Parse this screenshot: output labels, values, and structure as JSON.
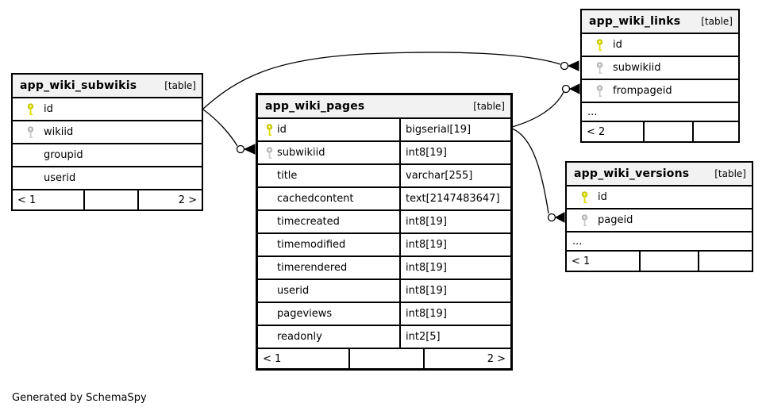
{
  "diagram": {
    "note": "Generated by SchemaSpy",
    "colors": {
      "primary_key": "#e0e000",
      "foreign_key": "#cccccc",
      "header_bg": "#f2f2f2",
      "border": "#000000",
      "background": "#ffffff"
    },
    "tables": [
      {
        "name": "app_wiki_subwikis",
        "badge": "[table]",
        "columns": [
          {
            "name": "id",
            "key": "primary"
          },
          {
            "name": "wikiid",
            "key": "foreign"
          },
          {
            "name": "groupid",
            "key": ""
          },
          {
            "name": "userid",
            "key": ""
          }
        ],
        "footer": {
          "left": "< 1",
          "center": "",
          "right": "2 >"
        }
      },
      {
        "name": "app_wiki_pages",
        "badge": "[table]",
        "columns": [
          {
            "name": "id",
            "type": "bigserial[19]",
            "key": "primary"
          },
          {
            "name": "subwikiid",
            "type": "int8[19]",
            "key": "foreign"
          },
          {
            "name": "title",
            "type": "varchar[255]",
            "key": ""
          },
          {
            "name": "cachedcontent",
            "type": "text[2147483647]",
            "key": ""
          },
          {
            "name": "timecreated",
            "type": "int8[19]",
            "key": ""
          },
          {
            "name": "timemodified",
            "type": "int8[19]",
            "key": ""
          },
          {
            "name": "timerendered",
            "type": "int8[19]",
            "key": ""
          },
          {
            "name": "userid",
            "type": "int8[19]",
            "key": ""
          },
          {
            "name": "pageviews",
            "type": "int8[19]",
            "key": ""
          },
          {
            "name": "readonly",
            "type": "int2[5]",
            "key": ""
          }
        ],
        "footer": {
          "left": "< 1",
          "center": "",
          "right": "2 >"
        }
      },
      {
        "name": "app_wiki_links",
        "badge": "[table]",
        "columns": [
          {
            "name": "id",
            "key": "primary"
          },
          {
            "name": "subwikiid",
            "key": "foreign"
          },
          {
            "name": "frompageid",
            "key": "foreign"
          }
        ],
        "ellipsis": "...",
        "footer": {
          "left": "< 2",
          "center": "",
          "right": ""
        }
      },
      {
        "name": "app_wiki_versions",
        "badge": "[table]",
        "columns": [
          {
            "name": "id",
            "key": "primary"
          },
          {
            "name": "pageid",
            "key": "foreign"
          }
        ],
        "ellipsis": "...",
        "footer": {
          "left": "< 1",
          "center": "",
          "right": ""
        }
      }
    ],
    "relationships": [
      {
        "from": "app_wiki_subwikis.id",
        "to": "app_wiki_pages.subwikiid"
      },
      {
        "from": "app_wiki_subwikis.id",
        "to": "app_wiki_links.subwikiid"
      },
      {
        "from": "app_wiki_pages.id",
        "to": "app_wiki_links.frompageid"
      },
      {
        "from": "app_wiki_pages.id",
        "to": "app_wiki_versions.pageid"
      }
    ]
  }
}
